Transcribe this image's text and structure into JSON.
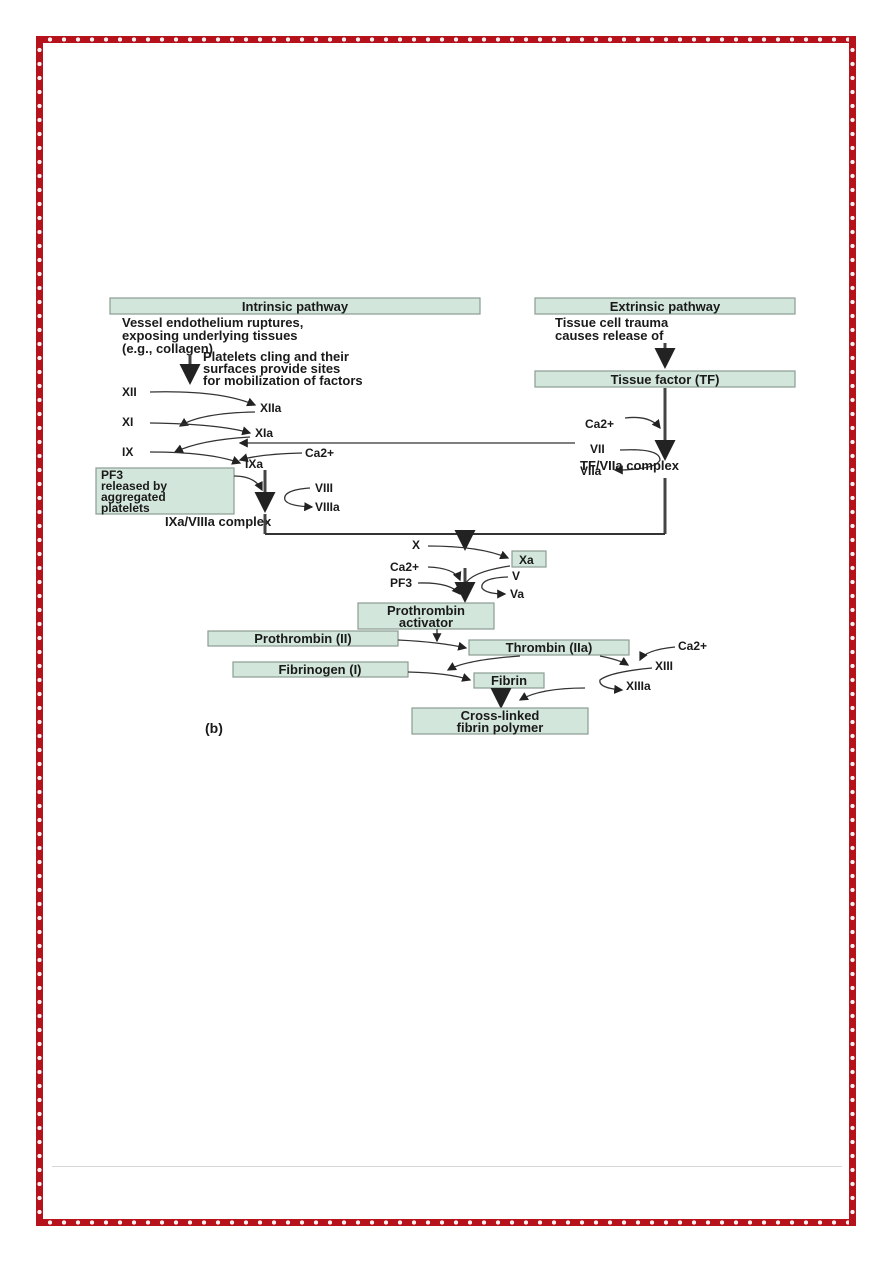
{
  "diagram": {
    "intrinsic": {
      "header": "Intrinsic pathway",
      "desc": [
        "Vessel endothelium ruptures,",
        "exposing underlying tissues",
        "(e.g., collagen)"
      ],
      "platelets": [
        "Platelets cling and their",
        "surfaces provide sites",
        "for mobilization of factors"
      ],
      "pf3_box": [
        "PF3",
        "released by",
        "aggregated",
        "platelets"
      ]
    },
    "extrinsic": {
      "header": "Extrinsic pathway",
      "desc": [
        "Tissue cell trauma",
        "causes release of"
      ],
      "tf_box": "Tissue factor (TF)"
    },
    "factors": {
      "xii": "XII",
      "xiia": "XIIa",
      "xi": "XI",
      "xia": "XIa",
      "ix": "IX",
      "ixa": "IXa",
      "viii": "VIII",
      "viiia": "VIIIa",
      "ixa_viiia_complex": "IXa/VIIIa complex",
      "vii": "VII",
      "viia": "VIIa",
      "tf_viia_complex": "TF/VIIa complex",
      "x": "X",
      "xa": "Xa",
      "v": "V",
      "va": "Va",
      "pf3": "PF3",
      "xiii": "XIII",
      "xiiia": "XIIIa",
      "ca": "Ca2+"
    },
    "boxes": {
      "prothrombin_activator": [
        "Prothrombin",
        "activator"
      ],
      "prothrombin": "Prothrombin (II)",
      "thrombin": "Thrombin (IIa)",
      "fibrinogen": "Fibrinogen (I)",
      "fibrin": "Fibrin",
      "cross_linked": [
        "Cross-linked",
        "fibrin polymer"
      ]
    },
    "panel_label": "(b)"
  }
}
